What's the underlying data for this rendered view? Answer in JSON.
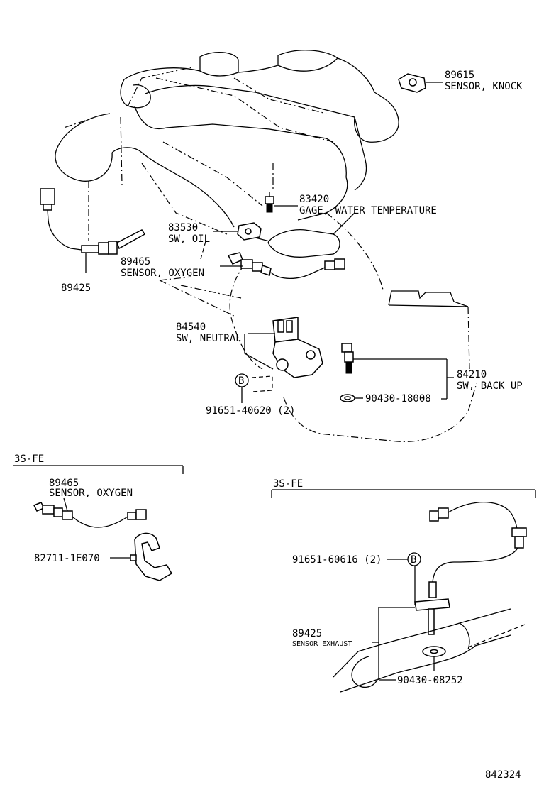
{
  "parts": {
    "knock_sensor": {
      "number": "89615",
      "name": "SENSOR, KNOCK"
    },
    "water_temp_gage": {
      "number": "83420",
      "name": "GAGE, WATER TEMPERATURE"
    },
    "oil_switch": {
      "number": "83530",
      "name": "SW, OIL"
    },
    "oxygen_sensor": {
      "number": "89465",
      "name": "SENSOR, OXYGEN"
    },
    "exhaust_sensor_main": {
      "number": "89425"
    },
    "neutral_switch": {
      "number": "84540",
      "name": "SW, NEUTRAL"
    },
    "backup_switch": {
      "number": "84210",
      "name": "SW, BACK UP"
    },
    "backup_gasket": {
      "number": "90430-18008"
    },
    "neutral_bolt": {
      "number": "91651-40620 (2)"
    }
  },
  "callout_b": "B",
  "section_left": {
    "title": "3S-FE",
    "oxygen_sensor": {
      "number": "89465",
      "name": "SENSOR, OXYGEN"
    },
    "clamp": {
      "number": "82711-1E070"
    }
  },
  "section_right": {
    "title": "3S-FE",
    "bolt": {
      "number": "91651-60616 (2)"
    },
    "exhaust_sensor": {
      "number": "89425",
      "name": "SENSOR EXHAUST"
    },
    "gasket": {
      "number": "90430-08252"
    }
  },
  "diagram_id": "842324"
}
